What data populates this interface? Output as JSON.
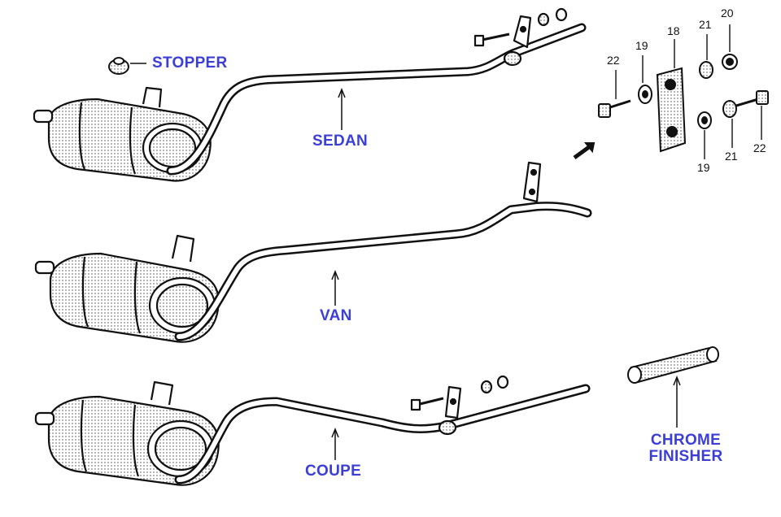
{
  "labels": {
    "stopper": "STOPPER",
    "sedan": "SEDAN",
    "van": "VAN",
    "coupe": "COUPE",
    "chrome_finisher": "CHROME\nFINISHER"
  },
  "part_numbers": {
    "n22_left": "22",
    "n19_top": "19",
    "n18": "18",
    "n21_top": "21",
    "n20": "20",
    "n19_bottom": "19",
    "n21_bottom": "21",
    "n22_right": "22"
  },
  "colors": {
    "label_blue": "#3b3fd6",
    "line": "#111111"
  }
}
